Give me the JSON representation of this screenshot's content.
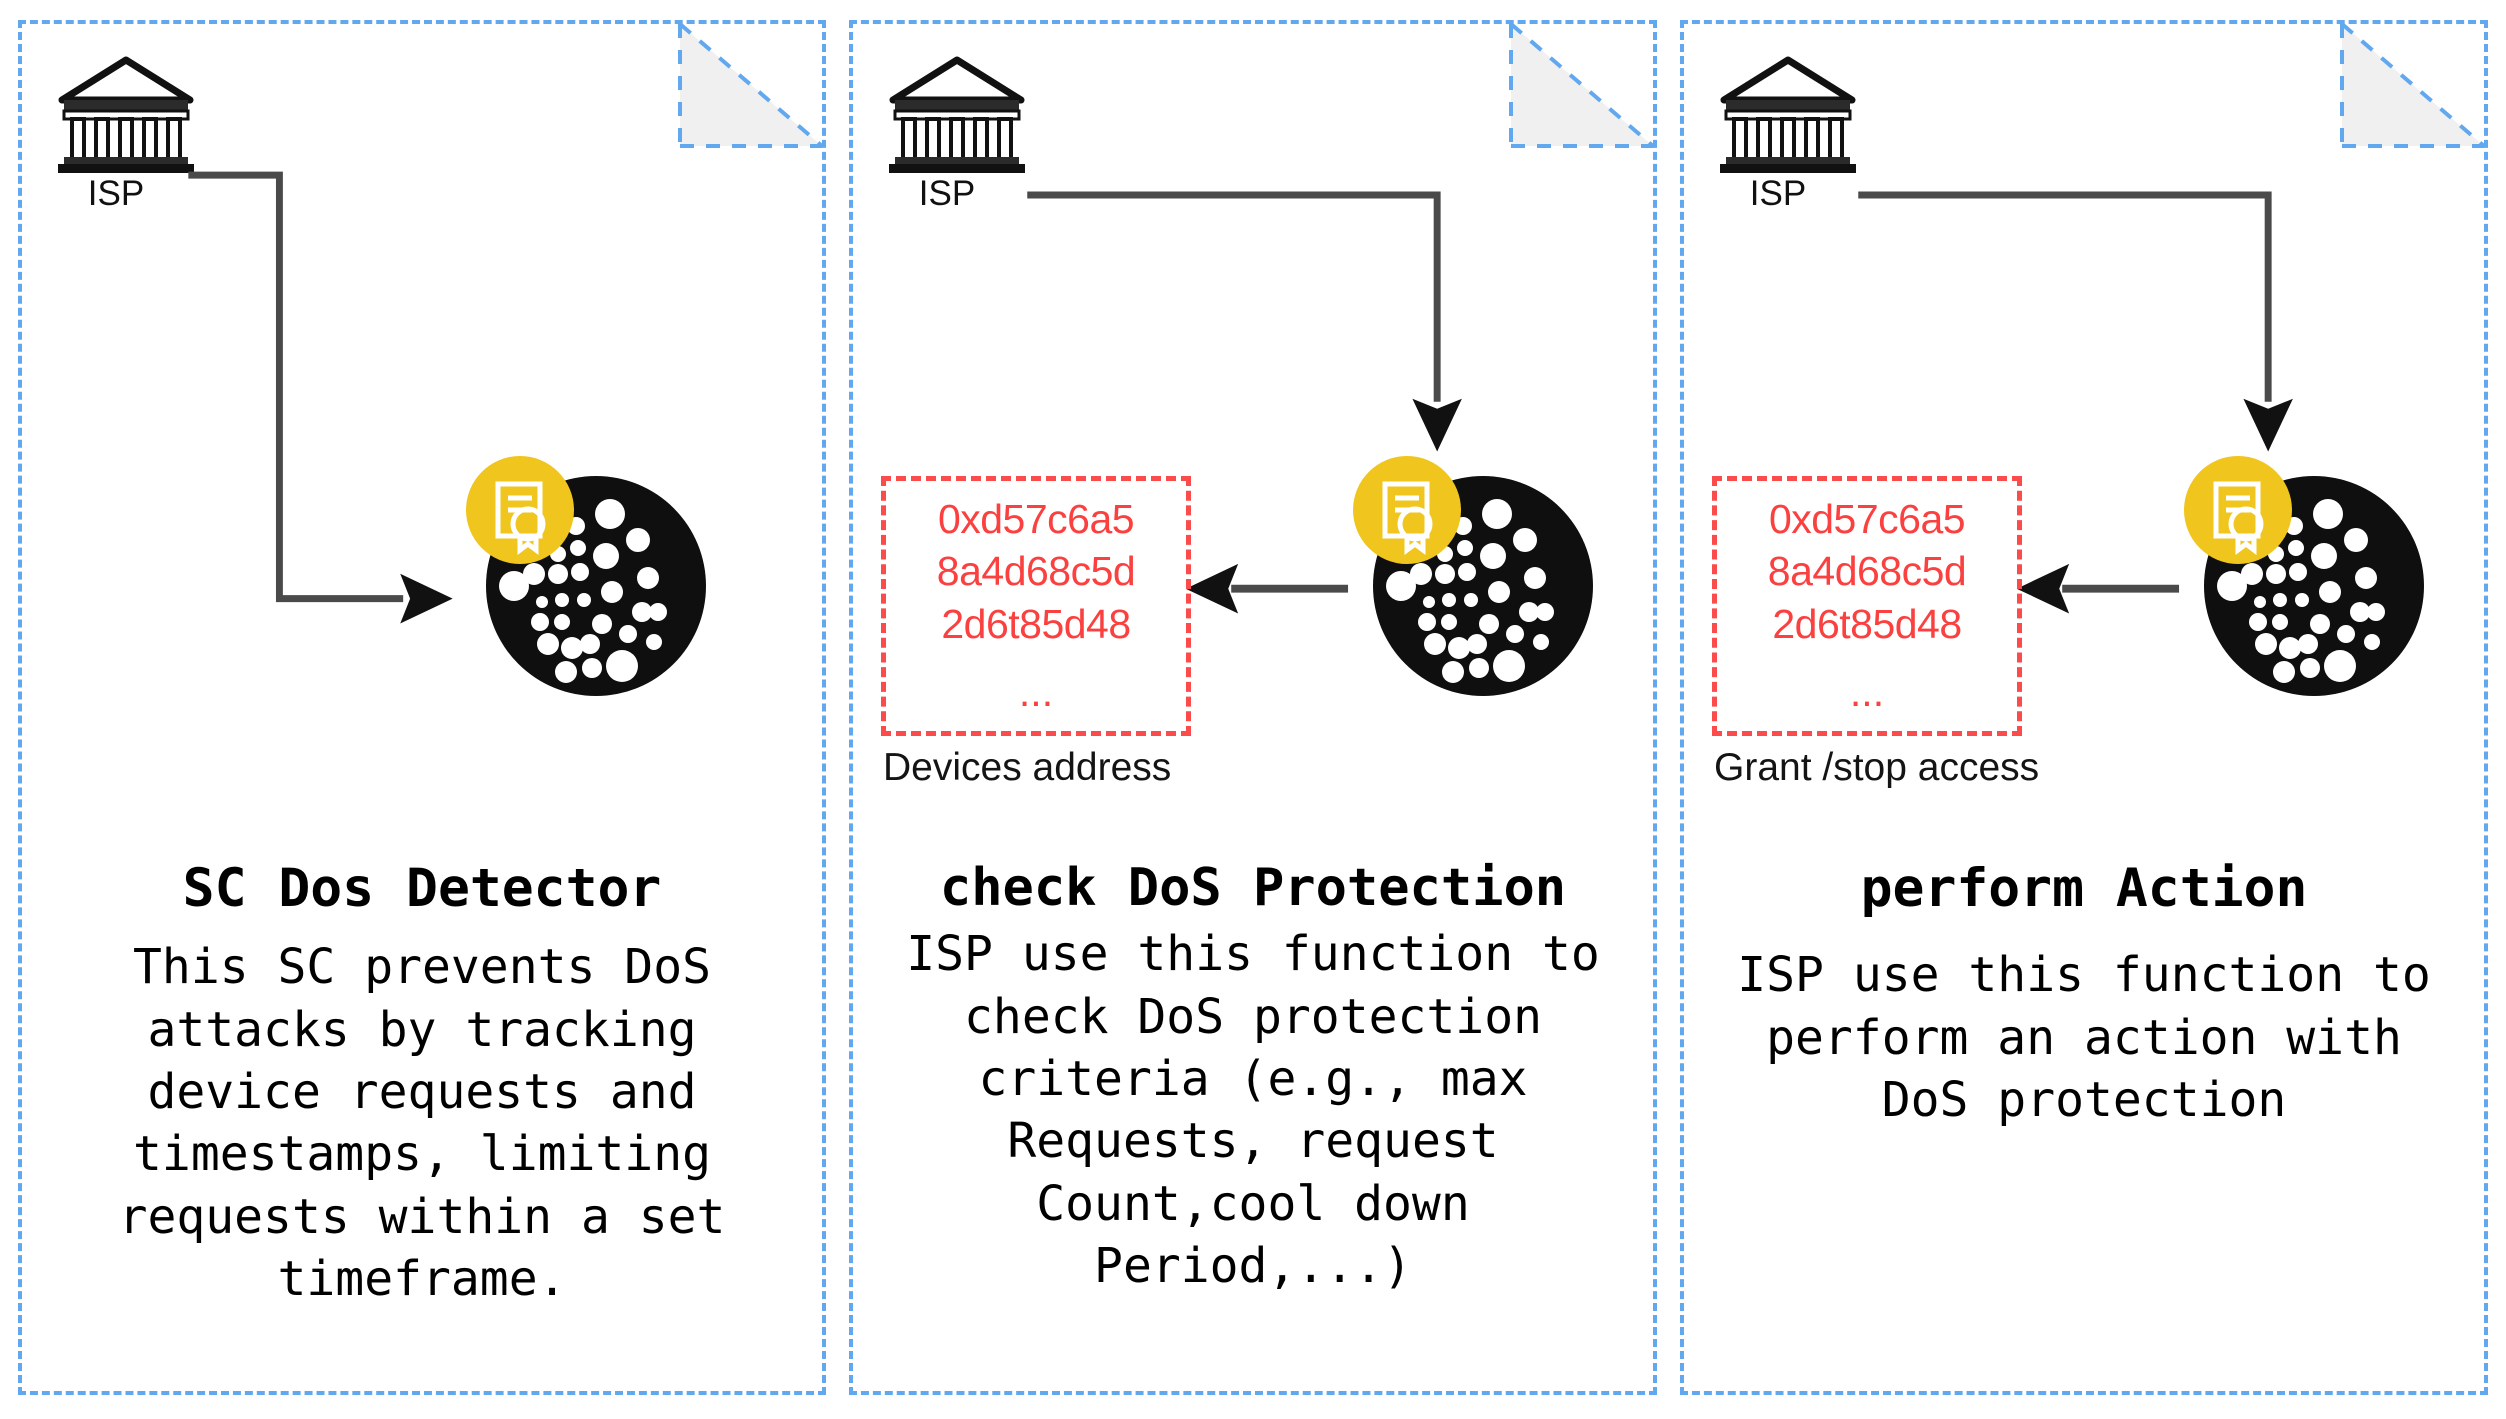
{
  "theme": {
    "card_border_color": "#62a8ef",
    "fold_fill_color": "#f0f0f0",
    "address_color": "#fb4040",
    "address_border_color": "#fb4b4b",
    "iota_circle_color": "#0f0f0f",
    "badge_color": "#efc51e",
    "arrow_color": "#4a4a4a",
    "text_color": "#000000"
  },
  "cards": [
    {
      "id": "sc-dos-detector",
      "isp_label": "ISP",
      "isp_icon": "bank-icon",
      "node_icon": "iota-ledger-icon",
      "badge_icon": "certificate-icon",
      "arrow_icon": "elbow-arrow-right-icon",
      "address_box": null,
      "title": "SC Dos Detector",
      "body": "This SC prevents DoS attacks by tracking device requests and timestamps, limiting requests within a set timeframe."
    },
    {
      "id": "check-dos-protection",
      "isp_label": "ISP",
      "isp_icon": "bank-icon",
      "node_icon": "iota-ledger-icon",
      "badge_icon": "certificate-icon",
      "arrow_icon": "elbow-arrow-down-icon",
      "address_box": {
        "lines": [
          "0xd57c6a5",
          "8a4d68c5d",
          "2d6t85d48"
        ],
        "ellipsis": "...",
        "caption": "Devices address",
        "arrow_icon": "arrow-left-icon"
      },
      "title": "check DoS Protection",
      "body": "ISP use this function to check DoS protection criteria (e.g., max Requests, request Count,cool down Period,...)"
    },
    {
      "id": "perform-action",
      "isp_label": "ISP",
      "isp_icon": "bank-icon",
      "node_icon": "iota-ledger-icon",
      "badge_icon": "certificate-icon",
      "arrow_icon": "elbow-arrow-down-icon",
      "address_box": {
        "lines": [
          "0xd57c6a5",
          "8a4d68c5d",
          "2d6t85d48"
        ],
        "ellipsis": "...",
        "caption": "Grant /stop access",
        "arrow_icon": "arrow-left-icon"
      },
      "title": "perform Action",
      "body": "ISP use this function to perform an action with DoS protection"
    }
  ]
}
